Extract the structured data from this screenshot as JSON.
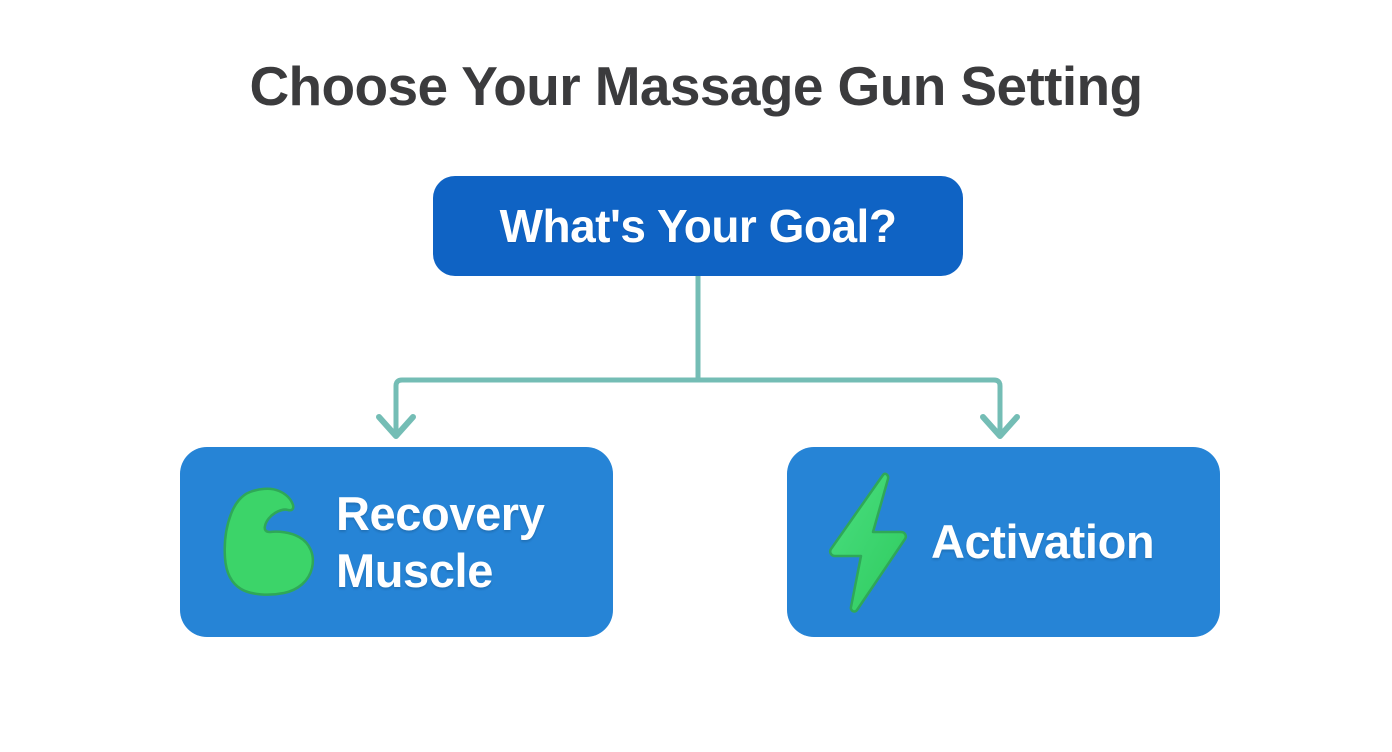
{
  "page": {
    "title": "Choose Your Massage Gun Setting",
    "background_color": "#ffffff"
  },
  "decision_tree": {
    "root": {
      "label": "What's Your Goal?",
      "background_color": "#0f63c4",
      "text_color": "#ffffff"
    },
    "connector": {
      "color": "#74bdb5",
      "stroke_width": 5,
      "arrow_count": 2
    },
    "options": [
      {
        "id": "recovery-muscle",
        "label": "Recovery Muscle",
        "label_line_1": "Recovery",
        "label_line_2": "Muscle",
        "icon": "flexed-bicep-icon",
        "icon_color": "#3cd469",
        "background_color": "#2684d6",
        "text_color": "#ffffff"
      },
      {
        "id": "activation",
        "label": "Activation",
        "icon": "lightning-bolt-icon",
        "icon_color": "#3cd469",
        "background_color": "#2684d6",
        "text_color": "#ffffff"
      }
    ]
  }
}
